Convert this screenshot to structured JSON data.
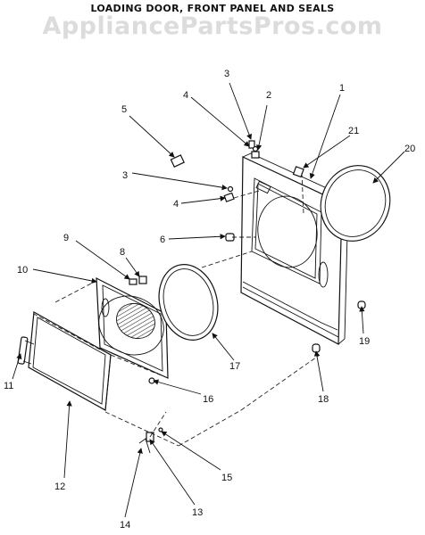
{
  "title": "LOADING DOOR, FRONT PANEL AND SEALS",
  "watermark": "AppliancePartsPros.com",
  "callouts": [
    "1",
    "2",
    "3",
    "4",
    "5",
    "3",
    "4",
    "6",
    "21",
    "20",
    "9",
    "8",
    "10",
    "11",
    "12",
    "17",
    "16",
    "19",
    "18",
    "15",
    "13",
    "14"
  ],
  "colors": {
    "ink": "#111111",
    "watermark": "#dcdcdc",
    "background": "#ffffff"
  }
}
